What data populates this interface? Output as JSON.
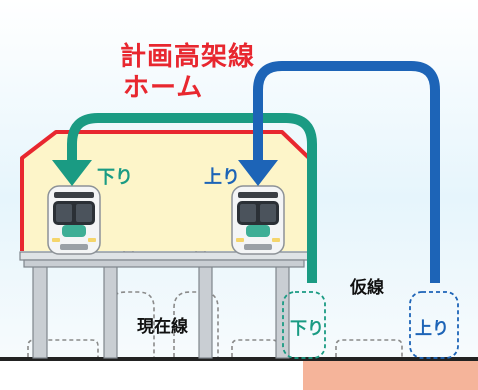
{
  "title": {
    "line1": "計画高架線",
    "line2": "ホーム"
  },
  "platform": {
    "down_label": "下り",
    "up_label": "上り"
  },
  "ground": {
    "current_line_label": "現在線",
    "temporary_line_label": "仮線",
    "temporary_down_label": "下り",
    "temporary_up_label": "上り"
  },
  "colors": {
    "title": "#e8272f",
    "down_track": "#1a9b83",
    "up_track": "#1d64b7",
    "platform_fill": "#fdf5c9",
    "platform_outline": "#e8272f",
    "sky": "#e3f3fb",
    "viaduct": "#c9ced3",
    "ground_marker": "#f5b49a"
  }
}
